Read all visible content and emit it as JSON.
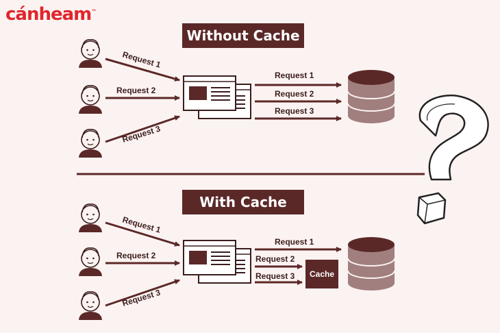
{
  "brand": {
    "logo_text": "cánheam",
    "logo_mark": "™"
  },
  "sections": [
    {
      "title": "Without Cache",
      "user_labels": [
        "Request 1",
        "Request 2",
        "Request 3"
      ],
      "server_labels": [
        "Request 1",
        "Request 2",
        "Request 3"
      ]
    },
    {
      "title": "With Cache",
      "user_labels": [
        "Request 1",
        "Request 2",
        "Request 3"
      ],
      "server_labels": [
        "Request 1",
        "Request 2",
        "Request 3"
      ],
      "cache_label": "Cache"
    }
  ],
  "colors": {
    "primary": "#5b2828",
    "db_fill": "#a17f7f",
    "background": "#fbf3f1",
    "logo": "#e0262d"
  },
  "icons": [
    "user-avatar-icon",
    "browser-window-icon",
    "database-icon",
    "question-mark-icon"
  ]
}
